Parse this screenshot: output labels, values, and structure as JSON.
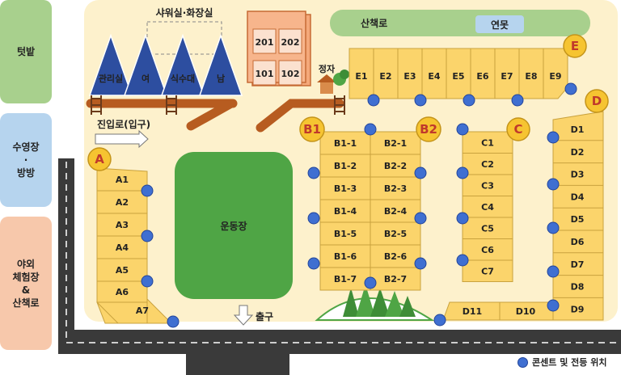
{
  "side_labels": [
    "텃밭",
    "수영장\n·\n방방",
    "야외\n체험장\n&\n산책로"
  ],
  "top": {
    "shower_label": "샤워실·화장실",
    "trail_label": "산책로",
    "pond_label": "연못",
    "pavilion_label": "정자"
  },
  "huts": [
    "관리실",
    "여",
    "식수대",
    "남"
  ],
  "rooms": [
    "201",
    "202",
    "101",
    "102"
  ],
  "entrance_label": "진입로(입구)",
  "exit_label": "출구",
  "field_label": "운동장",
  "zone_badges": [
    "A",
    "B1",
    "B2",
    "C",
    "D",
    "E"
  ],
  "sites": {
    "A": [
      "A1",
      "A2",
      "A3",
      "A4",
      "A5",
      "A6",
      "A7"
    ],
    "B1": [
      "B1-1",
      "B1-2",
      "B1-3",
      "B1-4",
      "B1-5",
      "B1-6",
      "B1-7"
    ],
    "B2": [
      "B2-1",
      "B2-2",
      "B2-3",
      "B2-4",
      "B2-5",
      "B2-6",
      "B2-7"
    ],
    "C": [
      "C1",
      "C2",
      "C3",
      "C4",
      "C5",
      "C6",
      "C7"
    ],
    "D": [
      "D1",
      "D2",
      "D3",
      "D4",
      "D5",
      "D6",
      "D7",
      "D8",
      "D9",
      "D10",
      "D11"
    ],
    "E": [
      "E1",
      "E2",
      "E3",
      "E4",
      "E5",
      "E6",
      "E7",
      "E8",
      "E9"
    ]
  },
  "legend": "콘센트 및 전등 위치",
  "colors": {
    "ground": "#fdf1cc",
    "site": "#fbd46b",
    "grass": "#4fa545",
    "dot": "#3f6fd1",
    "road": "#3a3a3a",
    "brick": "#f4a87a"
  }
}
